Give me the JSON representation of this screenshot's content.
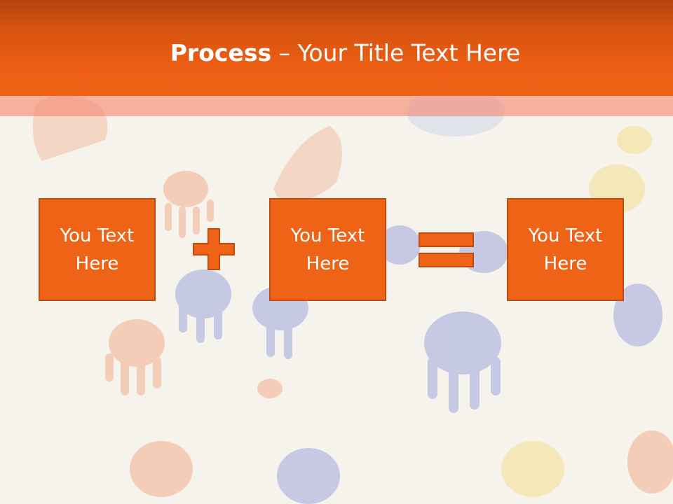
{
  "slide": {
    "title_bold": "Process",
    "title_dash": " – ",
    "title_rest": "Your Title Text Here"
  },
  "boxes": [
    {
      "text": "You Text\nHere"
    },
    {
      "text": "You Text\nHere"
    },
    {
      "text": "You Text\nHere"
    }
  ],
  "operators": [
    "plus-icon",
    "equals-icon"
  ],
  "colors": {
    "accent": "#ef6316",
    "accent_dark": "#c14a0d",
    "header_dark": "#b5430e",
    "background": "#f6f2ec"
  }
}
